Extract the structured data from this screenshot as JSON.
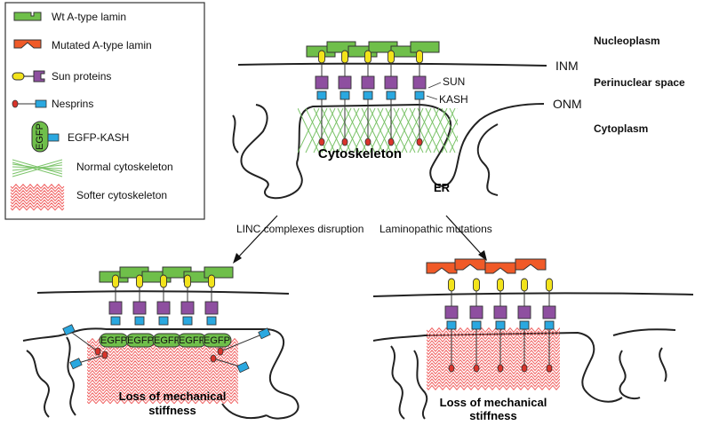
{
  "legend": {
    "items": [
      {
        "label": "Wt A-type lamin",
        "icon": "wt-lamin-icon"
      },
      {
        "label": "Mutated A-type lamin",
        "icon": "mutated-lamin-icon"
      },
      {
        "label": "Sun proteins",
        "icon": "sun-protein-icon"
      },
      {
        "label": "Nesprins",
        "icon": "nesprin-icon"
      },
      {
        "label": "EGFP-KASH",
        "icon": "egfp-kash-icon"
      },
      {
        "label": "Normal cytoskeleton",
        "icon": "normal-cytoskeleton-icon"
      },
      {
        "label": "Softer cytoskeleton",
        "icon": "softer-cytoskeleton-icon"
      }
    ],
    "egfp_text": "EGFP"
  },
  "compartments": {
    "nucleoplasm": "Nucleoplasm",
    "perinuclear": "Perinuclear space",
    "cytoplasm": "Cytoplasm"
  },
  "membranes": {
    "inm": "INM",
    "onm": "ONM"
  },
  "top_panel": {
    "sun": "SUN",
    "kash": "KASH",
    "cytoskeleton": "Cytoskeleton",
    "er": "ER"
  },
  "arrows": {
    "left": "LINC complexes disruption",
    "right": "Laminopathic mutations"
  },
  "bottom_left": {
    "egfp": "EGFP",
    "loss_line1": "Loss of mechanical",
    "loss_line2": "stiffness"
  },
  "bottom_right": {
    "loss_line1": "Loss of mechanical",
    "loss_line2": "stiffness"
  },
  "colors": {
    "lamin_green": "#6fbf4a",
    "lamin_mutated": "#f05a28",
    "sun_yellow": "#f2e31b",
    "sun_purple": "#8e4fa0",
    "kash_blue": "#2aa8e0",
    "nesprin_red": "#d9342b",
    "normal_cyto": "#7cc46a",
    "softer_cyto": "#f06060"
  }
}
